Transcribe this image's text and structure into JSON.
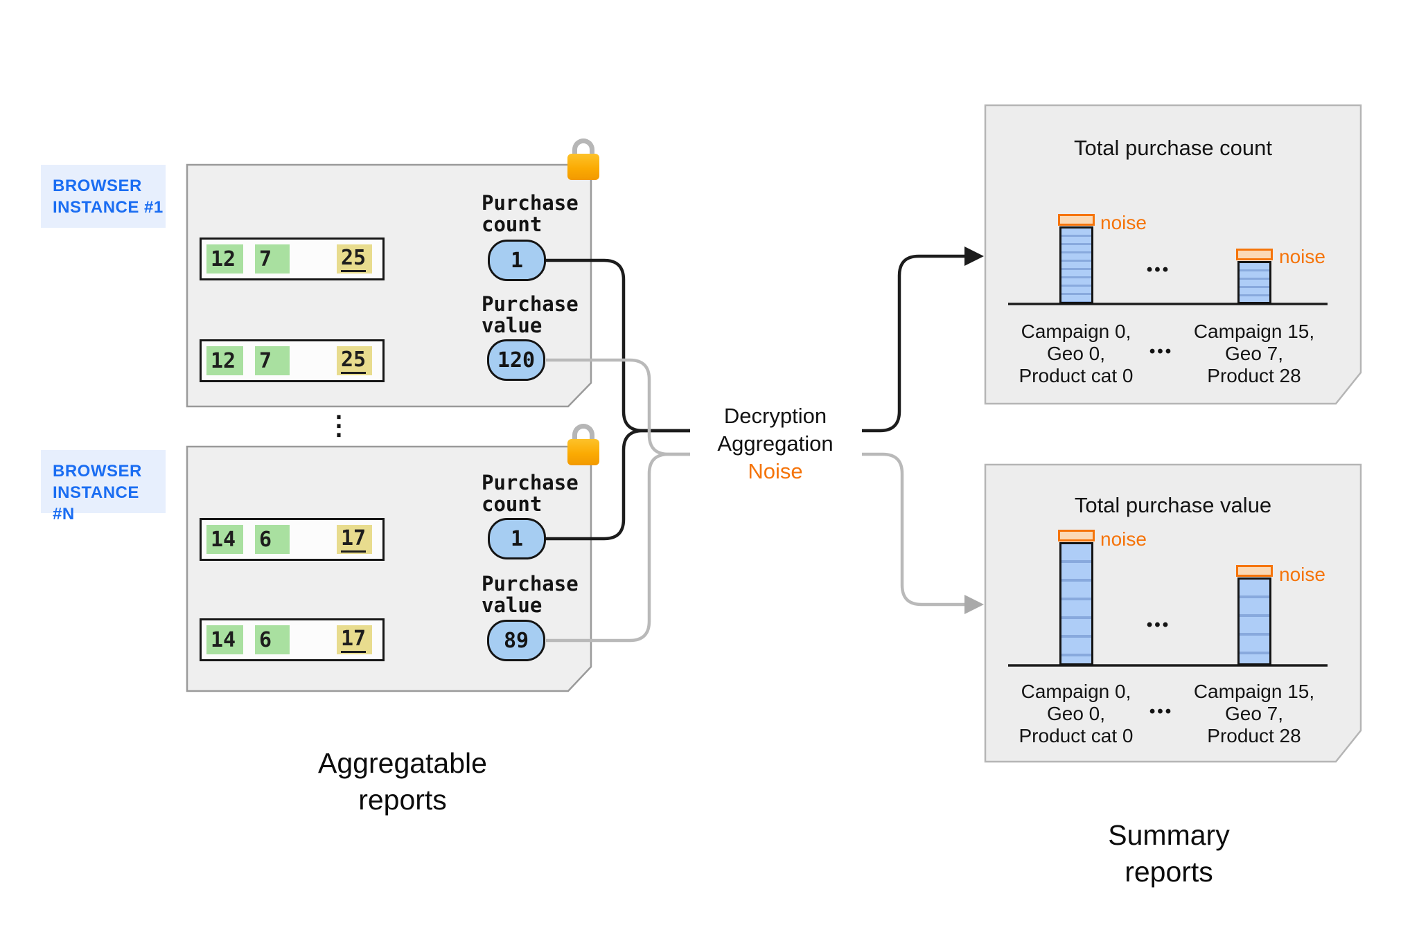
{
  "colors": {
    "browser_label_text": "#1a6df2",
    "browser_label_bg": "#e7effd",
    "cell_green": "#a9e0a0",
    "cell_yellow": "#e8dc8e",
    "pill_blue": "#a6cdf2",
    "bar_blue": "#aecdf7",
    "bar_stripe_blue": "#88a9dd",
    "noise_orange": "#f5740a",
    "noise_cap_fill": "#fbd9b5",
    "lock_orange": "#fbab03",
    "connector_gray": "#b9b9b9",
    "connector_black": "#1c1c1c",
    "report_box_fill": "#efefef",
    "summary_box_fill": "#ededed"
  },
  "left_section": {
    "caption_line1": "Aggregatable",
    "caption_line2": "reports",
    "vertical_ellipsis": "⋮",
    "browsers": [
      {
        "name_line1": "BROWSER",
        "name_line2": "INSTANCE #1",
        "purchase_count_line1": "Purchase",
        "purchase_count_line2": "count",
        "purchase_value_line1": "Purchase",
        "purchase_value_line2": "value",
        "purchase_count_value": "1",
        "purchase_value_value": "120",
        "rows": [
          [
            "12",
            "7",
            "25"
          ],
          [
            "12",
            "7",
            "25"
          ]
        ]
      },
      {
        "name_line1": "BROWSER",
        "name_line2": "INSTANCE #N",
        "purchase_count_line1": "Purchase",
        "purchase_count_line2": "count",
        "purchase_value_line1": "Purchase",
        "purchase_value_line2": "value",
        "purchase_count_value": "1",
        "purchase_value_value": "89",
        "rows": [
          [
            "14",
            "6",
            "17"
          ],
          [
            "14",
            "6",
            "17"
          ]
        ]
      }
    ]
  },
  "pipeline": {
    "steps": [
      "Decryption",
      "Aggregation",
      "Noise"
    ]
  },
  "right_section": {
    "caption_line1": "Summary",
    "caption_line2": "reports"
  },
  "chart_data": [
    {
      "type": "bar",
      "title": "Total purchase count",
      "noise_label": "noise",
      "bars_ellipsis": "•••",
      "labels_ellipsis": "•••",
      "bars": [
        {
          "label_lines": [
            "Campaign 0,",
            "Geo 0,",
            "Product cat 0"
          ],
          "value_rel": 112,
          "noise_rel": 17
        },
        {
          "label_lines": [
            "Campaign 15,",
            "Geo 7,",
            "Product 28"
          ],
          "value_rel": 62,
          "noise_rel": 17
        }
      ],
      "xlabel": "",
      "ylabel": "",
      "axis_note": "no numeric axis shown; bar values are relative pixel estimates"
    },
    {
      "type": "bar",
      "title": "Total purchase value",
      "noise_label": "noise",
      "bars_ellipsis": "•••",
      "labels_ellipsis": "•••",
      "bars": [
        {
          "label_lines": [
            "Campaign 0,",
            "Geo 0,",
            "Product cat 0"
          ],
          "value_rel": 178,
          "noise_rel": 17
        },
        {
          "label_lines": [
            "Campaign 15,",
            "Geo 7,",
            "Product 28"
          ],
          "value_rel": 127,
          "noise_rel": 17
        }
      ],
      "xlabel": "",
      "ylabel": "",
      "axis_note": "no numeric axis shown; bar values are relative pixel estimates"
    }
  ]
}
